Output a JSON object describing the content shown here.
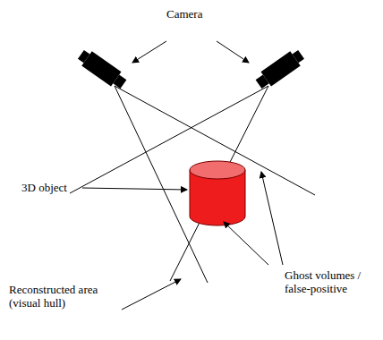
{
  "diagram": {
    "labels": [
      "Camera",
      "3D object",
      "Reconstructed area (visual hull)",
      "Ghost volumes / false-positive"
    ]
  }
}
